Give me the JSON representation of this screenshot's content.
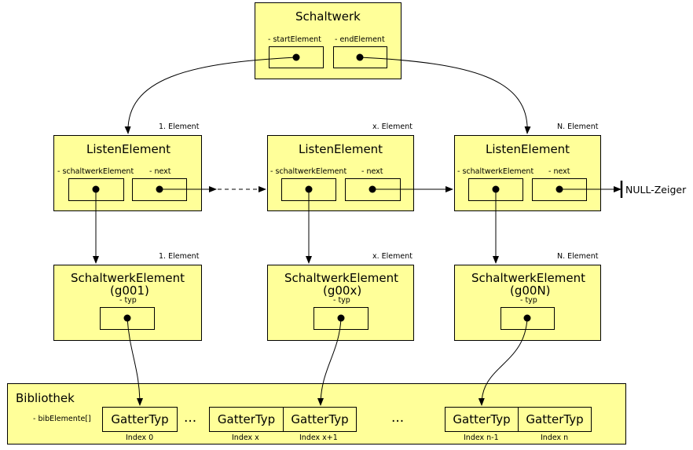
{
  "schaltwerk": {
    "title": "Schaltwerk",
    "start_label": "- startElement",
    "end_label": "- endElement"
  },
  "liste": {
    "title": "ListenElement",
    "field_schaltwerk": "- schaltwerkElement",
    "field_next": "- next",
    "captions": [
      "1. Element",
      "x. Element",
      "N. Element"
    ]
  },
  "schaltwerk_elemente": {
    "title": "SchaltwerkElement",
    "ids": [
      "(g001)",
      "(g00x)",
      "(g00N)"
    ],
    "field_typ": "- typ",
    "captions": [
      "1. Element",
      "x. Element",
      "N. Element"
    ]
  },
  "null_label": "NULL-Zeiger",
  "bibliothek": {
    "title": "Bibliothek",
    "field": "- bibElemente[]",
    "gatter_label": "GatterTyp",
    "ellipsis": "...",
    "indices": [
      "Index 0",
      "Index x",
      "Index x+1",
      "Index n-1",
      "Index n"
    ]
  },
  "colors": {
    "box_fill": "#ffff99",
    "stroke": "#000000"
  }
}
